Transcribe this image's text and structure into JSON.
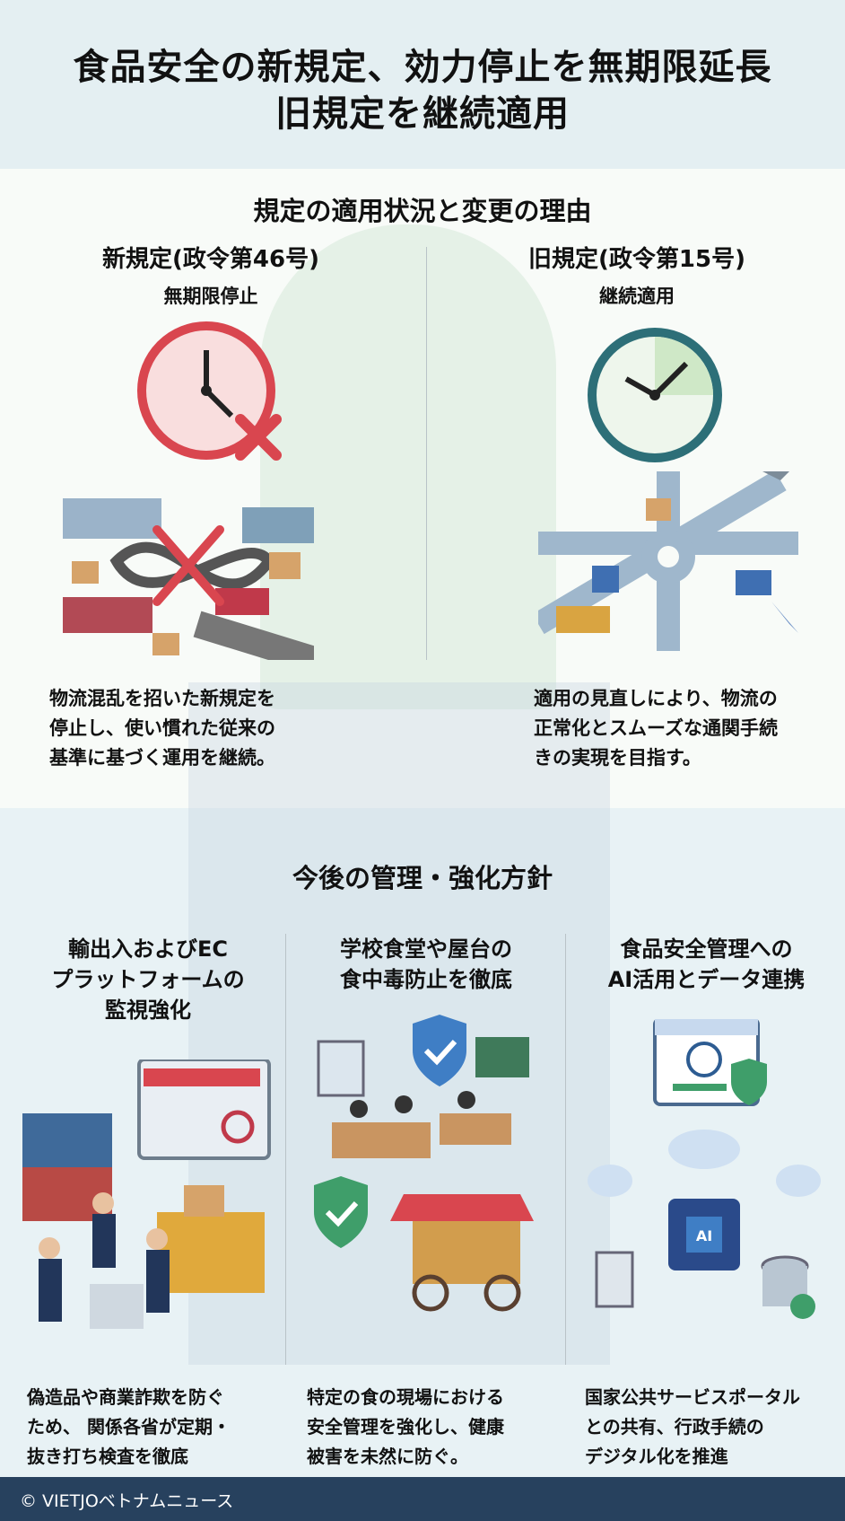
{
  "title": {
    "line1": "食品安全の新規定、効力停止を無期限延長",
    "line2": "旧規定を継続適用"
  },
  "section1": {
    "heading": "規定の適用状況と変更の理由",
    "left": {
      "title": "新規定(政令第46号)",
      "status": "無期限停止",
      "lines": [
        "物流混乱を招いた新規定を",
        "停止し、使い慣れた従来の",
        "基準に基づく運用を継続。"
      ]
    },
    "right": {
      "title": "旧規定(政令第15号)",
      "status": "継続適用",
      "lines": [
        "適用の見直しにより、物流の",
        "正常化とスムーズな通関手続",
        "きの実現を目指す。"
      ]
    }
  },
  "section2": {
    "heading": "今後の管理・強化方針",
    "columns": [
      {
        "title": [
          "輸出入およびEC",
          "プラットフォームの",
          "監視強化"
        ],
        "lines": [
          "偽造品や商業詐欺を防ぐ",
          "ため、 関係各省が定期・",
          "抜き打ち検査を徹底"
        ]
      },
      {
        "title": [
          "学校食堂や屋台の",
          "食中毒防止を徹底"
        ],
        "lines": [
          "特定の食の現場における",
          "安全管理を強化し、健康",
          "被害を未然に防ぐ。"
        ]
      },
      {
        "title": [
          "食品安全管理への",
          "AI活用とデータ連携"
        ],
        "lines": [
          "国家公共サービスポータル",
          "との共有、行政手続の",
          "デジタル化を推進"
        ],
        "chip_label": "AI"
      }
    ]
  },
  "footer": {
    "credit": "© VIETJOベトナムニュース"
  },
  "colors": {
    "footer": "#27415e",
    "red": "#d9464f",
    "green": "#3f9e6a",
    "teal": "#2d6f78"
  }
}
